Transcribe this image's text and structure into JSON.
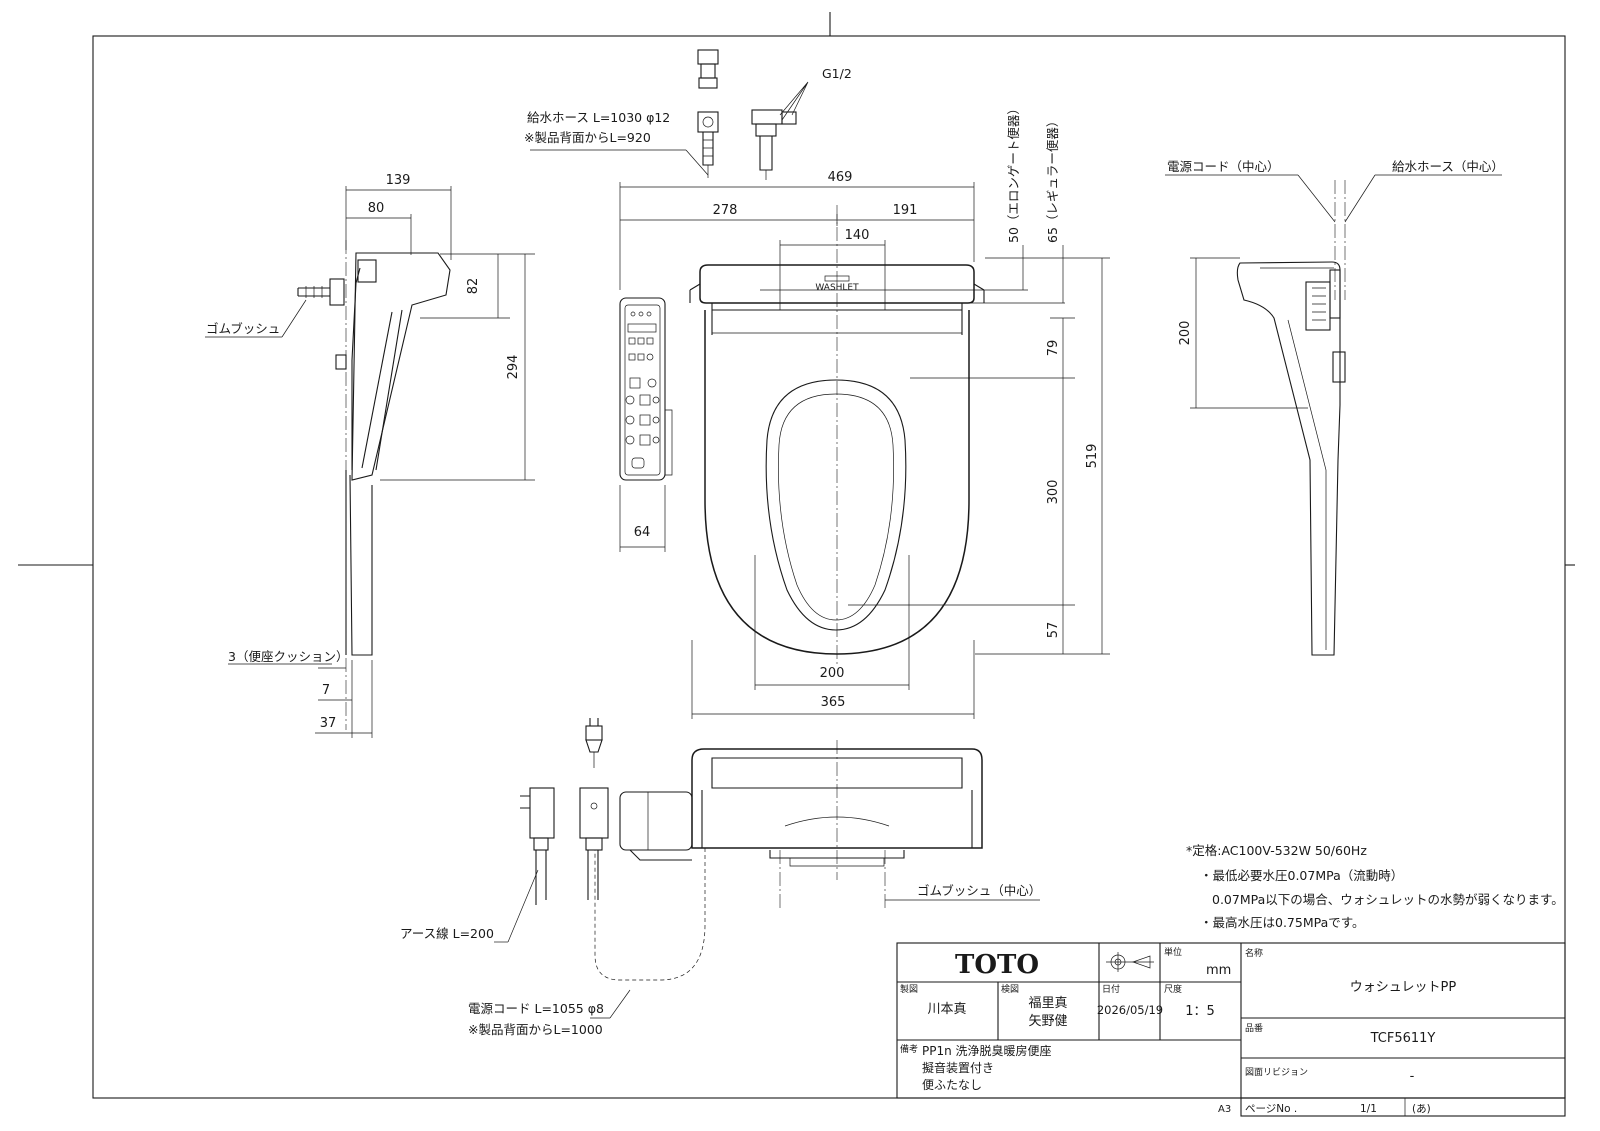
{
  "dimensions": {
    "side_139": "139",
    "side_80": "80",
    "side_82": "82",
    "side_294": "294",
    "side_3": "3（便座クッション）",
    "side_7": "7",
    "side_37": "37",
    "top_469": "469",
    "top_278": "278",
    "top_191": "191",
    "top_140": "140",
    "top_64": "64",
    "top_200": "200",
    "top_365": "365",
    "v_50": "50（エロンゲート便器）",
    "v_65": "65（レギュラー便器）",
    "v_79": "79",
    "v_300": "300",
    "v_57": "57",
    "v_519": "519",
    "right_200": "200"
  },
  "labels": {
    "supply_hose_1": "給水ホース L=1030 φ12",
    "supply_hose_2": "※製品背面からL=920",
    "g12": "G1/2",
    "rubber_bush": "ゴムブッシュ",
    "rubber_bush_center": "ゴムブッシュ（中心）",
    "power_cord_center": "電源コード（中心）",
    "supply_hose_center": "給水ホース（中心）",
    "earth_wire": "アース線 L=200",
    "power_cord_1": "電源コード L=1055 φ8",
    "power_cord_2": "※製品背面からL=1000",
    "lid_logo": "WASHLET"
  },
  "notes": [
    "*定格:AC100V-532W 50/60Hz",
    "・最低必要水圧0.07MPa（流動時）",
    "0.07MPa以下の場合、ウォシュレットの水勢が弱くなります。",
    "・最高水圧は0.75MPaです。"
  ],
  "title_block": {
    "brand": "TOTO",
    "unit_label": "単位",
    "unit_value": "mm",
    "drafter_label": "製図",
    "drafter_value": "川本真",
    "checker_label": "検図",
    "checker_value_1": "福里真",
    "checker_value_2": "矢野健",
    "date_label": "日付",
    "date_value": "2026/05/19",
    "scale_label": "尺度",
    "scale_value": "1：5",
    "name_label": "名称",
    "name_value": "ウォシュレットPP",
    "model_label": "品番",
    "model_value": "TCF5611Y",
    "remarks_label": "備考",
    "remarks_1": "PP1n 洗浄脱臭暖房便座",
    "remarks_2": "擬音装置付き",
    "remarks_3": "便ふたなし",
    "revision_label": "図面リビジョン",
    "revision_value": "-",
    "paper_size": "A3",
    "page_label": "ページNo .",
    "page_value": "1/1",
    "page_mark": "(あ)"
  }
}
